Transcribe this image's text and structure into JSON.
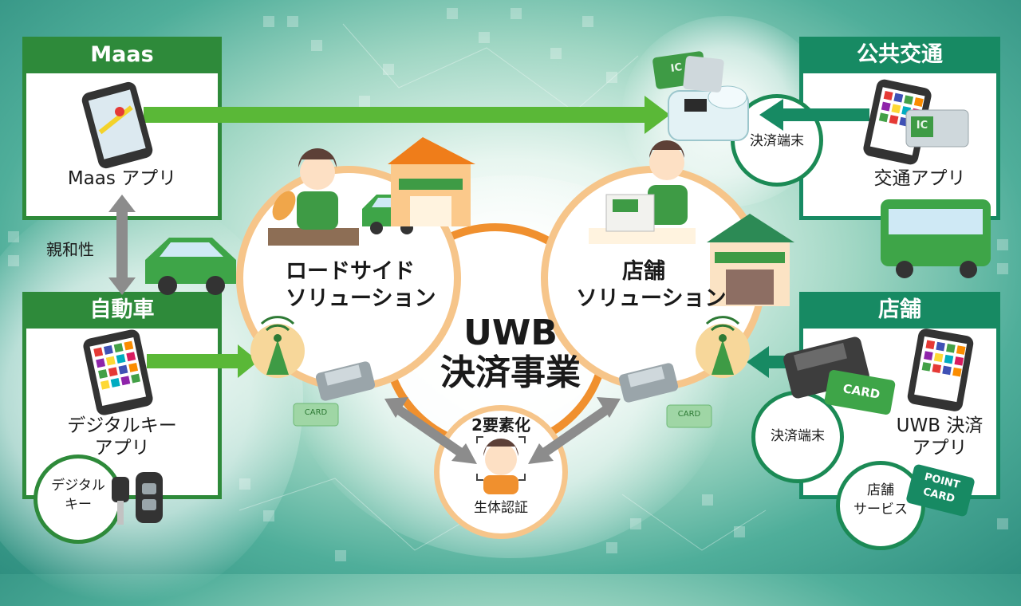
{
  "panels": {
    "maas": {
      "title": "Maas",
      "app_label": "Maas アプリ"
    },
    "public_transport": {
      "title": "公共交通",
      "app_label": "交通アプリ"
    },
    "car": {
      "title": "自動車",
      "app_label_line1": "デジタルキー",
      "app_label_line2": "アプリ"
    },
    "store": {
      "title": "店舗",
      "app_label_line1": "UWB 決済",
      "app_label_line2": "アプリ"
    }
  },
  "affinity_label": "親和性",
  "roadside": {
    "line1": "ロードサイド",
    "line2": "ソリューション"
  },
  "shop": {
    "line1": "店舗",
    "line2": "ソリューション"
  },
  "center": {
    "line1": "UWB",
    "line2": "決済事業"
  },
  "biometric": {
    "title": "2要素化",
    "label": "生体認証"
  },
  "small_circles": {
    "terminal_top": "決済端末",
    "terminal_right": "決済端末",
    "digital_key_line1": "デジタル",
    "digital_key_line2": "キー",
    "store_service_line1": "店舗",
    "store_service_line2": "サービス"
  },
  "card_labels": {
    "ic_top": "IC",
    "ic_right": "IC",
    "card_left": "CARD",
    "card_mid": "CARD",
    "card_right": "CARD",
    "point_card_line1": "POINT",
    "point_card_line2": "CARD"
  },
  "colors": {
    "green": "#2e8a3a",
    "teal": "#178a63",
    "orange": "#f0902e",
    "arrow_green": "#5ab837",
    "arrow_gray": "#8c8c8c"
  }
}
